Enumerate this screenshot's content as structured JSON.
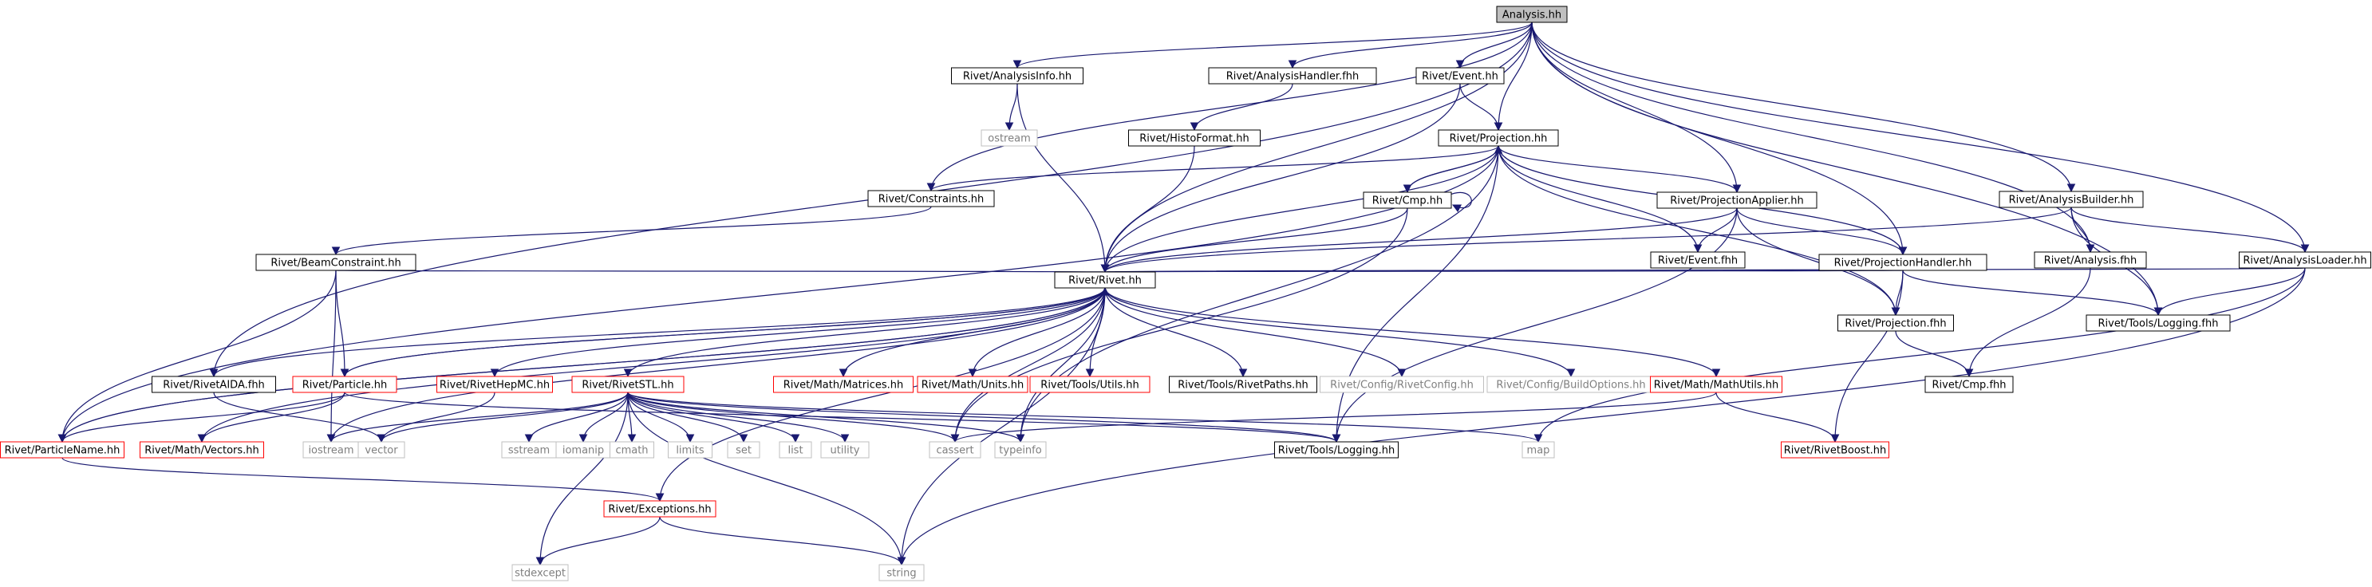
{
  "diagram": {
    "type": "include-dependency-graph",
    "colors": {
      "edge": "#191970",
      "root_fill": "#bfbfbf",
      "node_border": "#000000",
      "truncated_border": "#ff0000",
      "external_border": "#bfbfbf",
      "external_text": "#7f7f7f"
    },
    "nodes": [
      {
        "id": "analysis_hh",
        "label": "Analysis.hh",
        "kind": "root"
      },
      {
        "id": "analysisinfo_hh",
        "label": "Rivet/AnalysisInfo.hh",
        "kind": "normal"
      },
      {
        "id": "analysishandler_fhh",
        "label": "Rivet/AnalysisHandler.fhh",
        "kind": "normal"
      },
      {
        "id": "event_hh",
        "label": "Rivet/Event.hh",
        "kind": "normal"
      },
      {
        "id": "analysisbuilder_hh",
        "label": "Rivet/AnalysisBuilder.hh",
        "kind": "normal"
      },
      {
        "id": "ostream",
        "label": "ostream",
        "kind": "external"
      },
      {
        "id": "histoformat_hh",
        "label": "Rivet/HistoFormat.hh",
        "kind": "normal"
      },
      {
        "id": "projection_hh",
        "label": "Rivet/Projection.hh",
        "kind": "normal"
      },
      {
        "id": "constraints_hh",
        "label": "Rivet/Constraints.hh",
        "kind": "normal"
      },
      {
        "id": "cmp_hh",
        "label": "Rivet/Cmp.hh",
        "kind": "normal"
      },
      {
        "id": "projectionapplier_hh",
        "label": "Rivet/ProjectionApplier.hh",
        "kind": "normal"
      },
      {
        "id": "analysis_fhh",
        "label": "Rivet/Analysis.fhh",
        "kind": "normal"
      },
      {
        "id": "analysisloader_hh",
        "label": "Rivet/AnalysisLoader.hh",
        "kind": "normal"
      },
      {
        "id": "beamconstraint_hh",
        "label": "Rivet/BeamConstraint.hh",
        "kind": "normal"
      },
      {
        "id": "event_fhh",
        "label": "Rivet/Event.fhh",
        "kind": "normal"
      },
      {
        "id": "projectionhandler_hh",
        "label": "Rivet/ProjectionHandler.hh",
        "kind": "normal"
      },
      {
        "id": "rivet_hh",
        "label": "Rivet/Rivet.hh",
        "kind": "normal"
      },
      {
        "id": "projection_fhh",
        "label": "Rivet/Projection.fhh",
        "kind": "normal"
      },
      {
        "id": "logging_fhh",
        "label": "Rivet/Tools/Logging.fhh",
        "kind": "normal"
      },
      {
        "id": "rivetaida_fhh",
        "label": "Rivet/RivetAIDA.fhh",
        "kind": "normal"
      },
      {
        "id": "particle_hh",
        "label": "Rivet/Particle.hh",
        "kind": "truncated"
      },
      {
        "id": "rivethepmc_hh",
        "label": "Rivet/RivetHepMC.hh",
        "kind": "truncated"
      },
      {
        "id": "rivetstl_hh",
        "label": "Rivet/RivetSTL.hh",
        "kind": "truncated"
      },
      {
        "id": "matrices_hh",
        "label": "Rivet/Math/Matrices.hh",
        "kind": "truncated"
      },
      {
        "id": "units_hh",
        "label": "Rivet/Math/Units.hh",
        "kind": "truncated"
      },
      {
        "id": "utils_hh",
        "label": "Rivet/Tools/Utils.hh",
        "kind": "truncated"
      },
      {
        "id": "rivetpaths_hh",
        "label": "Rivet/Tools/RivetPaths.hh",
        "kind": "normal"
      },
      {
        "id": "rivetconfig_hh",
        "label": "Rivet/Config/RivetConfig.hh",
        "kind": "external"
      },
      {
        "id": "buildoptions_hh",
        "label": "Rivet/Config/BuildOptions.hh",
        "kind": "external"
      },
      {
        "id": "mathutils_hh",
        "label": "Rivet/Math/MathUtils.hh",
        "kind": "truncated"
      },
      {
        "id": "cmp_fhh",
        "label": "Rivet/Cmp.fhh",
        "kind": "normal"
      },
      {
        "id": "particlename_hh",
        "label": "Rivet/ParticleName.hh",
        "kind": "truncated"
      },
      {
        "id": "vectors_hh",
        "label": "Rivet/Math/Vectors.hh",
        "kind": "truncated"
      },
      {
        "id": "iostream",
        "label": "iostream",
        "kind": "external"
      },
      {
        "id": "vector",
        "label": "vector",
        "kind": "external"
      },
      {
        "id": "sstream",
        "label": "sstream",
        "kind": "external"
      },
      {
        "id": "iomanip",
        "label": "iomanip",
        "kind": "external"
      },
      {
        "id": "cmath",
        "label": "cmath",
        "kind": "external"
      },
      {
        "id": "limits",
        "label": "limits",
        "kind": "external"
      },
      {
        "id": "set",
        "label": "set",
        "kind": "external"
      },
      {
        "id": "list",
        "label": "list",
        "kind": "external"
      },
      {
        "id": "utility",
        "label": "utility",
        "kind": "external"
      },
      {
        "id": "cassert",
        "label": "cassert",
        "kind": "external"
      },
      {
        "id": "typeinfo",
        "label": "typeinfo",
        "kind": "external"
      },
      {
        "id": "logging_hh",
        "label": "Rivet/Tools/Logging.hh",
        "kind": "normal"
      },
      {
        "id": "map",
        "label": "map",
        "kind": "external"
      },
      {
        "id": "rivetboost_hh",
        "label": "Rivet/RivetBoost.hh",
        "kind": "truncated"
      },
      {
        "id": "exceptions_hh",
        "label": "Rivet/Exceptions.hh",
        "kind": "truncated"
      },
      {
        "id": "stdexcept",
        "label": "stdexcept",
        "kind": "external"
      },
      {
        "id": "string",
        "label": "string",
        "kind": "external"
      }
    ],
    "edges": [
      [
        "analysis_hh",
        "rivetaida_fhh"
      ],
      [
        "analysis_hh",
        "constraints_hh"
      ],
      [
        "analysis_hh",
        "analysisinfo_hh"
      ],
      [
        "analysis_hh",
        "rivet_hh"
      ],
      [
        "analysis_hh",
        "analysishandler_fhh"
      ],
      [
        "analysis_hh",
        "event_hh"
      ],
      [
        "analysis_hh",
        "projection_hh"
      ],
      [
        "analysis_hh",
        "projectionapplier_hh"
      ],
      [
        "analysis_hh",
        "projectionhandler_hh"
      ],
      [
        "analysis_hh",
        "analysis_fhh"
      ],
      [
        "analysis_hh",
        "analysisbuilder_hh"
      ],
      [
        "analysis_hh",
        "logging_fhh"
      ],
      [
        "analysis_hh",
        "analysisloader_hh"
      ],
      [
        "analysisinfo_hh",
        "ostream"
      ],
      [
        "analysisinfo_hh",
        "rivet_hh"
      ],
      [
        "analysishandler_fhh",
        "histoformat_hh"
      ],
      [
        "histoformat_hh",
        "rivet_hh"
      ],
      [
        "event_hh",
        "projection_hh"
      ],
      [
        "event_hh",
        "rivet_hh"
      ],
      [
        "projection_hh",
        "constraints_hh"
      ],
      [
        "projection_hh",
        "cmp_hh"
      ],
      [
        "projection_hh",
        "projectionapplier_hh"
      ],
      [
        "projection_hh",
        "event_fhh"
      ],
      [
        "projection_hh",
        "projectionhandler_hh"
      ],
      [
        "projection_hh",
        "rivet_hh"
      ],
      [
        "projection_hh",
        "projection_fhh"
      ],
      [
        "projection_hh",
        "particlename_hh"
      ],
      [
        "projection_hh",
        "logging_hh"
      ],
      [
        "projection_hh",
        "typeinfo"
      ],
      [
        "cmp_hh",
        "projection_hh"
      ],
      [
        "cmp_hh",
        "cmp_hh"
      ],
      [
        "cmp_hh",
        "rivet_hh"
      ],
      [
        "cmp_hh",
        "cassert"
      ],
      [
        "constraints_hh",
        "beamconstraint_hh"
      ],
      [
        "beamconstraint_hh",
        "rivet_hh"
      ],
      [
        "beamconstraint_hh",
        "particle_hh"
      ],
      [
        "beamconstraint_hh",
        "particlename_hh"
      ],
      [
        "beamconstraint_hh",
        "iostream"
      ],
      [
        "projectionapplier_hh",
        "rivet_hh"
      ],
      [
        "projectionapplier_hh",
        "event_fhh"
      ],
      [
        "projectionapplier_hh",
        "projectionhandler_hh"
      ],
      [
        "projectionapplier_hh",
        "projection_fhh"
      ],
      [
        "projectionapplier_hh",
        "logging_hh"
      ],
      [
        "projectionhandler_hh",
        "rivet_hh"
      ],
      [
        "projectionhandler_hh",
        "projection_fhh"
      ],
      [
        "projectionhandler_hh",
        "logging_fhh"
      ],
      [
        "projectionhandler_hh",
        "rivetboost_hh"
      ],
      [
        "analysisbuilder_hh",
        "analysis_fhh"
      ],
      [
        "analysisbuilder_hh",
        "rivet_hh"
      ],
      [
        "analysisbuilder_hh",
        "logging_fhh"
      ],
      [
        "analysisbuilder_hh",
        "analysisloader_hh"
      ],
      [
        "analysis_fhh",
        "cmp_fhh"
      ],
      [
        "analysisloader_hh",
        "rivet_hh"
      ],
      [
        "analysisloader_hh",
        "logging_fhh"
      ],
      [
        "analysisloader_hh",
        "map"
      ],
      [
        "analysisloader_hh",
        "string"
      ],
      [
        "projection_fhh",
        "cmp_fhh"
      ],
      [
        "rivet_hh",
        "rivetaida_fhh"
      ],
      [
        "rivet_hh",
        "particle_hh"
      ],
      [
        "rivet_hh",
        "rivethepmc_hh"
      ],
      [
        "rivet_hh",
        "rivetstl_hh"
      ],
      [
        "rivet_hh",
        "matrices_hh"
      ],
      [
        "rivet_hh",
        "units_hh"
      ],
      [
        "rivet_hh",
        "utils_hh"
      ],
      [
        "rivet_hh",
        "rivetpaths_hh"
      ],
      [
        "rivet_hh",
        "rivetconfig_hh"
      ],
      [
        "rivet_hh",
        "buildoptions_hh"
      ],
      [
        "rivet_hh",
        "mathutils_hh"
      ],
      [
        "rivet_hh",
        "particlename_hh"
      ],
      [
        "rivet_hh",
        "vectors_hh"
      ],
      [
        "rivet_hh",
        "cassert"
      ],
      [
        "rivet_hh",
        "typeinfo"
      ],
      [
        "rivet_hh",
        "string"
      ],
      [
        "rivet_hh",
        "exceptions_hh"
      ],
      [
        "rivet_hh",
        "iostream"
      ],
      [
        "particle_hh",
        "rivet_hh"
      ],
      [
        "particle_hh",
        "particlename_hh"
      ],
      [
        "particle_hh",
        "vectors_hh"
      ],
      [
        "particle_hh",
        "logging_hh"
      ],
      [
        "rivethepmc_hh",
        "vector"
      ],
      [
        "rivetstl_hh",
        "vector"
      ],
      [
        "rivetstl_hh",
        "iostream"
      ],
      [
        "rivetstl_hh",
        "sstream"
      ],
      [
        "rivetstl_hh",
        "iomanip"
      ],
      [
        "rivetstl_hh",
        "cmath"
      ],
      [
        "rivetstl_hh",
        "limits"
      ],
      [
        "rivetstl_hh",
        "set"
      ],
      [
        "rivetstl_hh",
        "list"
      ],
      [
        "rivetstl_hh",
        "utility"
      ],
      [
        "rivetstl_hh",
        "cassert"
      ],
      [
        "rivetstl_hh",
        "typeinfo"
      ],
      [
        "rivetstl_hh",
        "map"
      ],
      [
        "rivetstl_hh",
        "stdexcept"
      ],
      [
        "rivetstl_hh",
        "string"
      ],
      [
        "rivetstl_hh",
        "logging_hh"
      ],
      [
        "rivetaida_fhh",
        "vector"
      ],
      [
        "mathutils_hh",
        "cassert"
      ],
      [
        "mathutils_hh",
        "rivetboost_hh"
      ],
      [
        "particlename_hh",
        "rivet_hh"
      ],
      [
        "particlename_hh",
        "exceptions_hh"
      ],
      [
        "exceptions_hh",
        "stdexcept"
      ],
      [
        "exceptions_hh",
        "string"
      ]
    ]
  }
}
